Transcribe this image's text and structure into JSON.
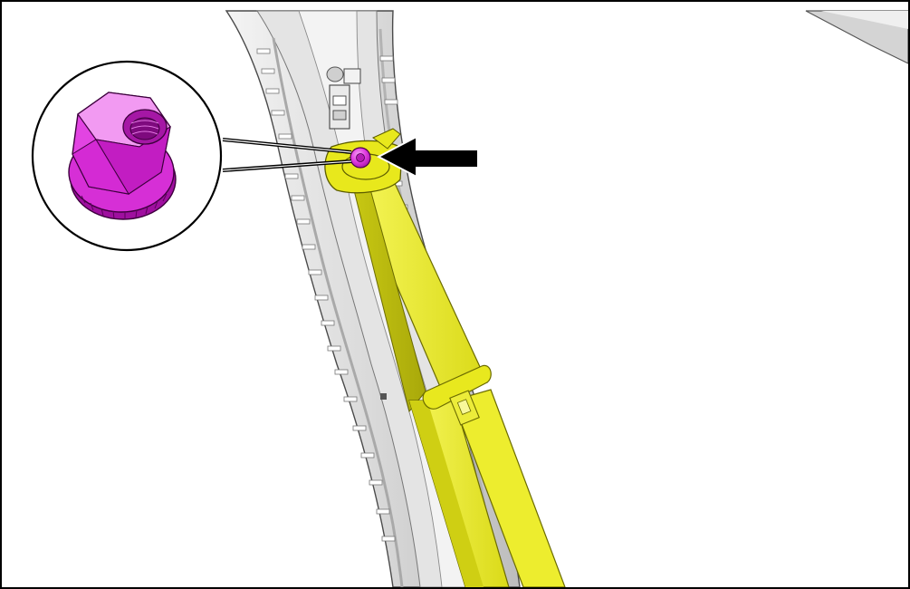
{
  "figure": {
    "type": "service-manual-illustration",
    "subject": "seat-belt-upper-anchor",
    "callout": "nut-detail",
    "colors": {
      "outline": "#000000",
      "background": "#ffffff",
      "pillar_light": "#e9e9e9",
      "pillar_mid": "#c9c9c9",
      "pillar_dark": "#9a9a9a",
      "belt_light": "#f3f34a",
      "belt_mid": "#e6e61f",
      "belt_dark": "#b9b90e",
      "nut_light": "#f07cf0",
      "nut_mid": "#dd2edd",
      "nut_dark": "#a10fa1"
    },
    "icons": [
      "pointer-arrow-icon",
      "magnify-callout-icon",
      "flange-nut-icon"
    ]
  }
}
